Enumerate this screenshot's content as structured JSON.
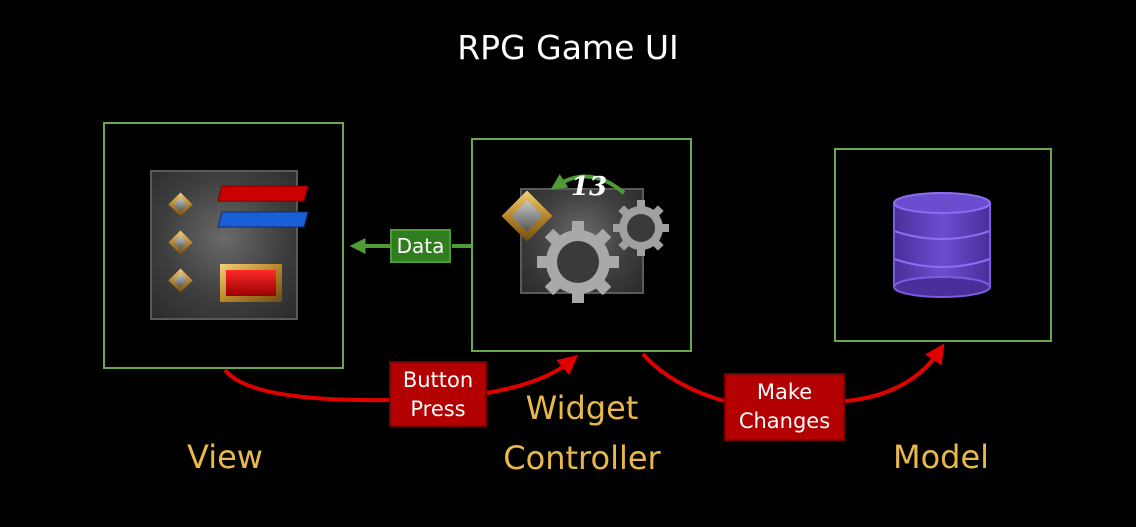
{
  "title": "RPG Game UI",
  "nodes": {
    "view": {
      "label": "View"
    },
    "widget_controller": {
      "label_line1": "Widget",
      "label_line2": "Controller",
      "counter": "13"
    },
    "model": {
      "label": "Model"
    }
  },
  "edges": {
    "data": {
      "label": "Data"
    },
    "button_press": {
      "line1": "Button",
      "line2": "Press"
    },
    "make_changes": {
      "line1": "Make",
      "line2": "Changes"
    }
  },
  "colors": {
    "box_border": "#6aa84f",
    "label_gold": "#e8b84a",
    "arrow_red": "#e00000",
    "tag_red": "#b30000",
    "tag_green": "#2f7d1f",
    "database_purple": "#5b3fb3",
    "health_bar": "#cc0000",
    "mana_bar": "#1a5fd6"
  },
  "icons": {
    "view": [
      "diamond-icon",
      "health-bar-icon",
      "mana-bar-icon",
      "red-gem-button-icon"
    ],
    "widget_controller": [
      "gear-icon",
      "diamond-icon",
      "curved-arrow-icon"
    ],
    "model": [
      "database-icon"
    ]
  }
}
